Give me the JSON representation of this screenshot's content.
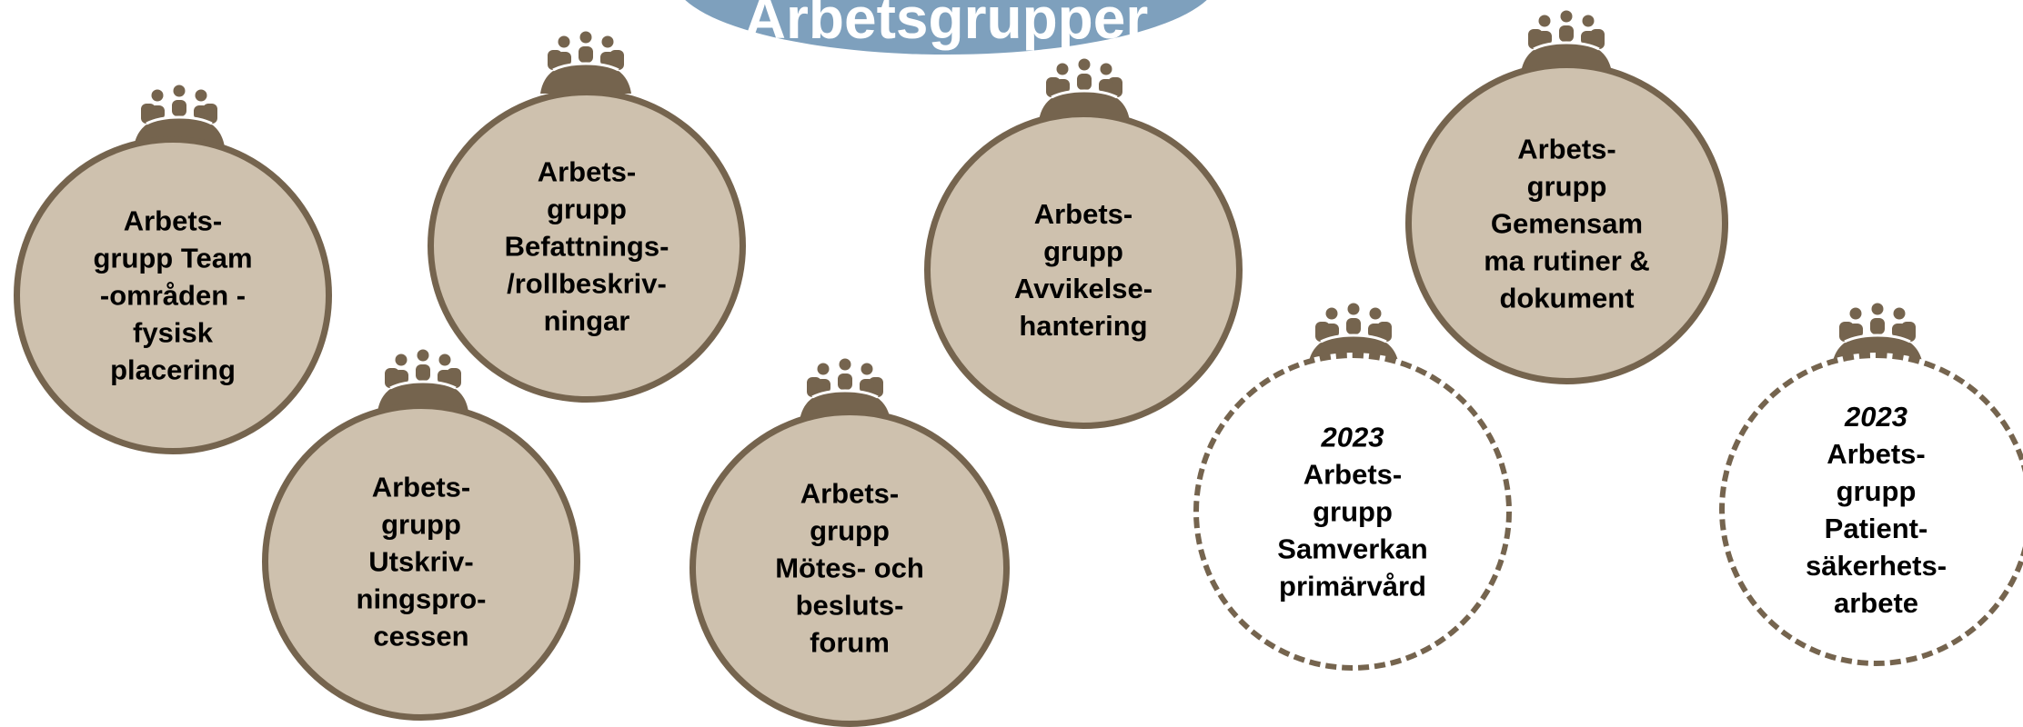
{
  "header": {
    "label": "Arbetsgrupper",
    "color": "#7ea0bd"
  },
  "colors": {
    "circle_fill": "#cec1ae",
    "circle_border": "#75644e",
    "people_icon": "#75644e"
  },
  "icons": {
    "group": "people-group-icon"
  },
  "groups": [
    {
      "year": "",
      "lines": [
        "Arbets-",
        "grupp Team",
        "-områden -",
        "fysisk",
        "placering"
      ],
      "style": "solid"
    },
    {
      "year": "",
      "lines": [
        "Arbets-",
        "grupp",
        "Befattnings-",
        "/rollbeskriv-",
        "ningar"
      ],
      "style": "solid"
    },
    {
      "year": "",
      "lines": [
        "Arbets-",
        "grupp",
        "Utskriv-",
        "ningspro-",
        "cessen"
      ],
      "style": "solid"
    },
    {
      "year": "",
      "lines": [
        "Arbets-",
        "grupp",
        "Mötes- och",
        "besluts-",
        "forum"
      ],
      "style": "solid"
    },
    {
      "year": "",
      "lines": [
        "Arbets-",
        "grupp",
        "Avvikelse-",
        "hantering"
      ],
      "style": "solid"
    },
    {
      "year": "",
      "lines": [
        "Arbets-",
        "grupp",
        "Gemensam",
        "ma rutiner &",
        "dokument"
      ],
      "style": "solid"
    },
    {
      "year": "2023",
      "lines": [
        "Arbets-",
        "grupp",
        "Samverkan",
        "primärvård"
      ],
      "style": "dashed"
    },
    {
      "year": "2023",
      "lines": [
        "Arbets-",
        "grupp",
        "Patient-",
        "säkerhets-",
        "arbete"
      ],
      "style": "dashed"
    }
  ]
}
